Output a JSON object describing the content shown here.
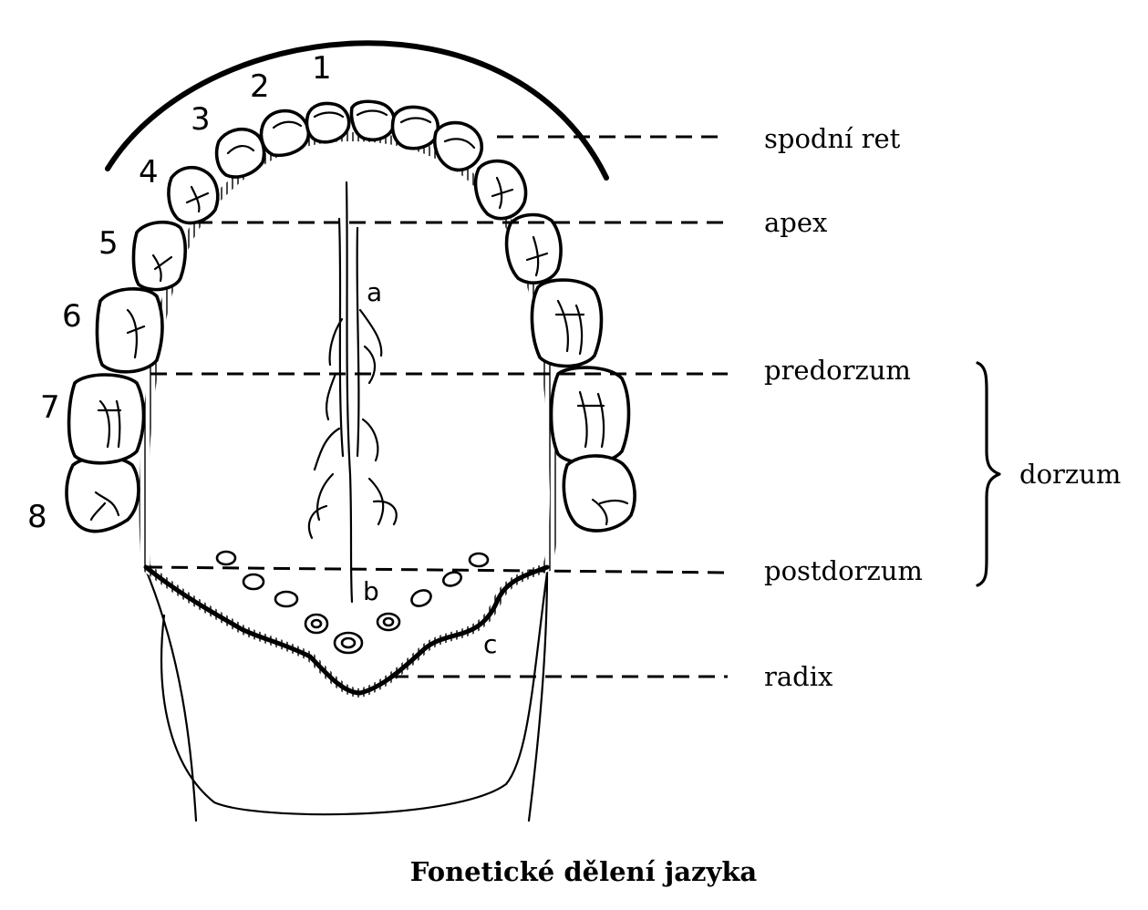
{
  "tooth_numbers": [
    "1",
    "2",
    "3",
    "4",
    "5",
    "6",
    "7",
    "8"
  ],
  "point_labels": {
    "a": "a",
    "b": "b",
    "c": "c"
  },
  "zone_labels": {
    "lower_lip": "spodní ret",
    "apex": "apex",
    "predorsum": "predorzum",
    "postdorsum": "postdorzum",
    "radix": "radix",
    "dorsum": "dorzum"
  },
  "caption": "Fonetické dělení jazyka"
}
